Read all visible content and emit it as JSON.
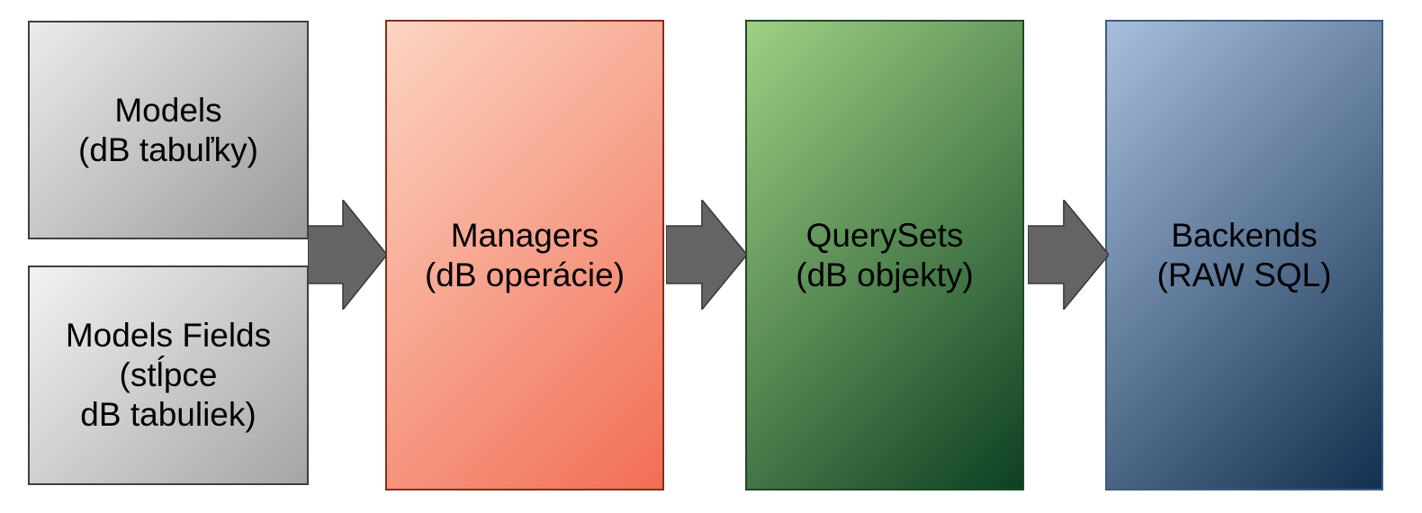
{
  "diagram": {
    "background": "#ffffff",
    "text_color": "#000000",
    "boxes": [
      {
        "id": "models",
        "lines": [
          "Models",
          "(dB tabuľky)"
        ],
        "colors": {
          "from": "#ebebeb",
          "to": "#9a9a9a",
          "border": "#3f3f3f"
        }
      },
      {
        "id": "models-fields",
        "lines": [
          "Models Fields",
          "(stĺpce",
          "dB tabuliek)"
        ],
        "colors": {
          "from": "#f2f2f2",
          "to": "#a5a5a5",
          "border": "#3f3f3f"
        }
      },
      {
        "id": "managers",
        "lines": [
          "Managers",
          "(dB operácie)"
        ],
        "colors": {
          "from": "#fcd4c2",
          "to": "#f26e55",
          "border": "#842e1c"
        }
      },
      {
        "id": "querysets",
        "lines": [
          "QuerySets",
          "(dB objekty)"
        ],
        "colors": {
          "from": "#9ed083",
          "to": "#0d4022",
          "border": "#1e4a28"
        }
      },
      {
        "id": "backends",
        "lines": [
          "Backends",
          "(RAW SQL)"
        ],
        "colors": {
          "from": "#a8bede",
          "to": "#12304f",
          "border": "#3d5c82"
        }
      }
    ],
    "arrow": {
      "fill": "#646464",
      "stroke": "#383838",
      "direction": "right",
      "count": 3
    }
  }
}
